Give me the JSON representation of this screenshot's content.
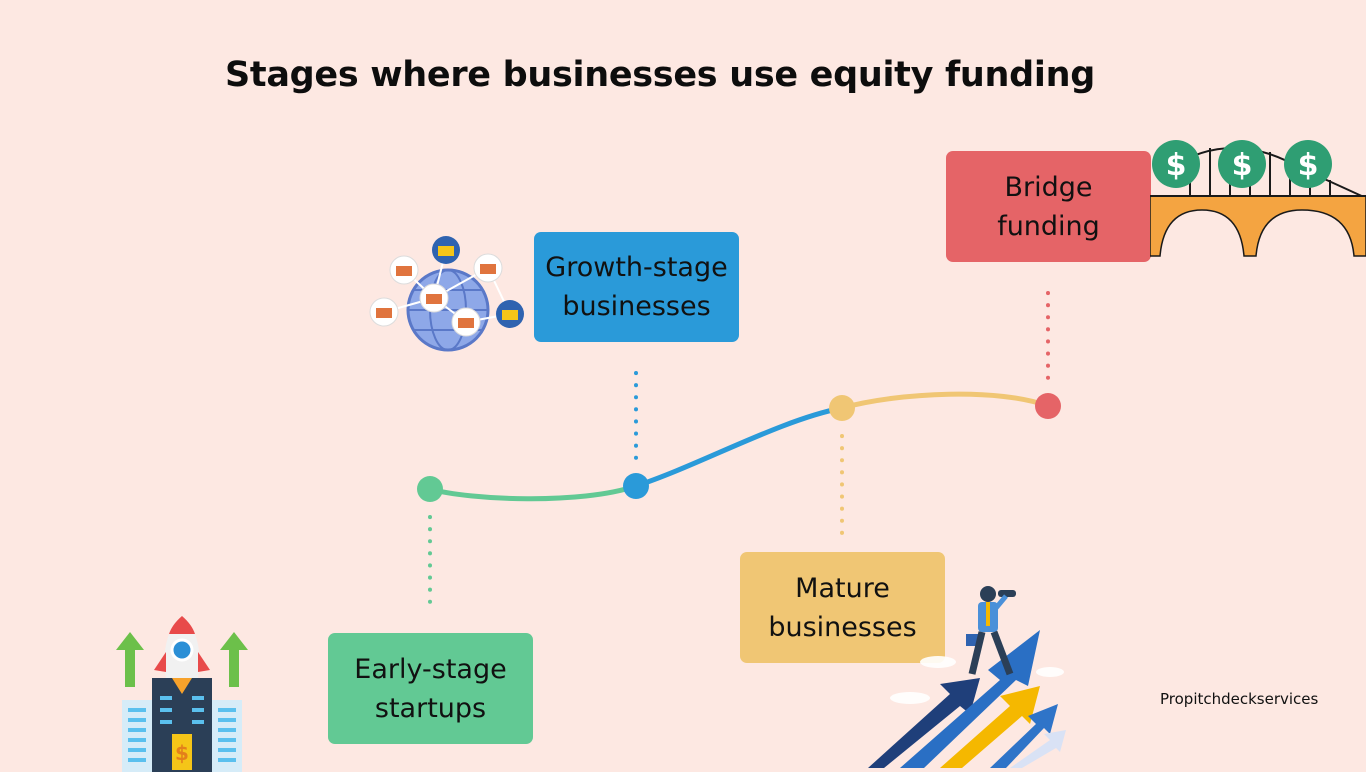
{
  "title": "Stages where businesses use equity funding",
  "stages": [
    {
      "id": "early",
      "line1": "Early-stage",
      "line2": "startups",
      "color": "#62c994"
    },
    {
      "id": "growth",
      "line1": "Growth-stage",
      "line2": "businesses",
      "color": "#2a9ad9"
    },
    {
      "id": "mature",
      "line1": "Mature",
      "line2": "businesses",
      "color": "#f0c674"
    },
    {
      "id": "bridge",
      "line1": "Bridge",
      "line2": "funding",
      "color": "#e56467"
    }
  ],
  "brand": "Propitchdeckservices",
  "icons": [
    "rocket-building-icon",
    "globe-network-icon",
    "businessman-arrows-icon",
    "bridge-dollar-icon"
  ]
}
